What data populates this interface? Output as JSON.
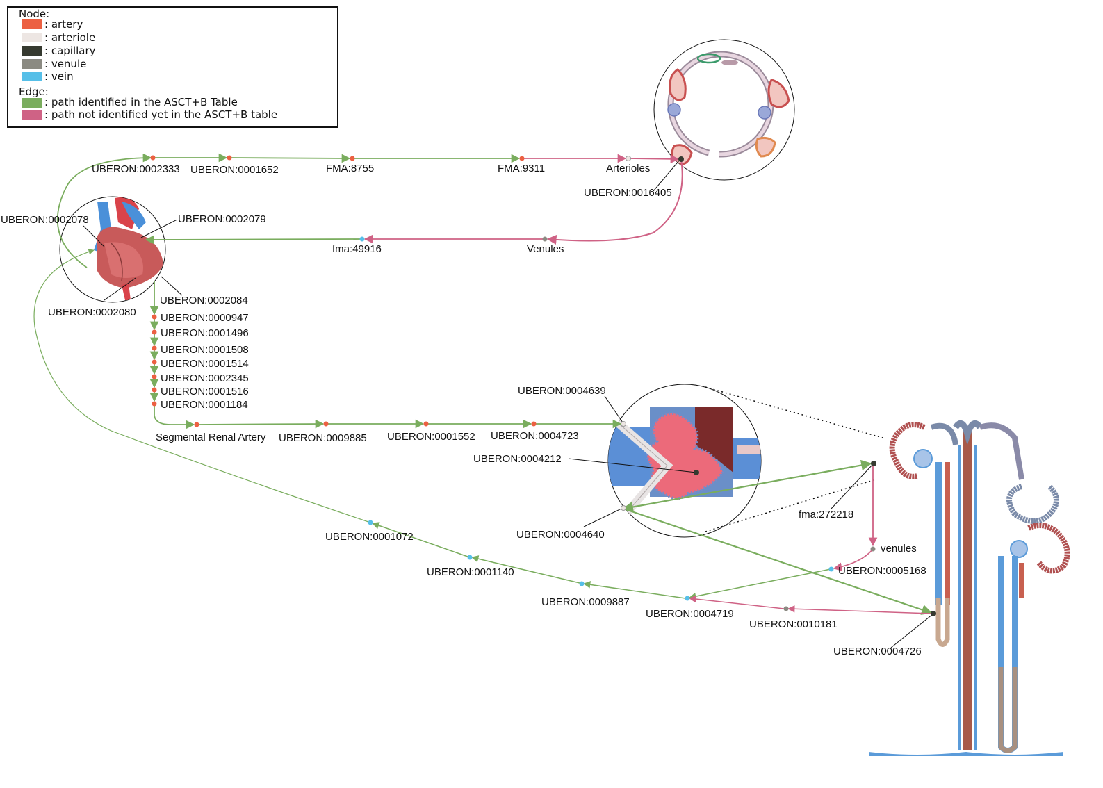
{
  "colors": {
    "artery": "#ec6042",
    "arteriole": "#ede6e3",
    "capillary": "#363a30",
    "venule": "#8b8a82",
    "vein": "#56bfe8",
    "edge_identified": "#7aad5e",
    "edge_not_identified": "#cf6285"
  },
  "legend": {
    "node_title": "Node:",
    "node_items": [
      {
        "type": "artery",
        "label": ": artery"
      },
      {
        "type": "arteriole",
        "label": ": arteriole"
      },
      {
        "type": "capillary",
        "label": ": capillary"
      },
      {
        "type": "venule",
        "label": ": venule"
      },
      {
        "type": "vein",
        "label": ": vein"
      }
    ],
    "edge_title": "Edge:",
    "edge_items": [
      {
        "type": "edge_identified",
        "label": ": path identified in the ASCT+B Table"
      },
      {
        "type": "edge_not_identified",
        "label": ": path not identified yet in the ASCT+B table"
      }
    ]
  },
  "illustrations": {
    "heart": "heart-illustration",
    "capillary_bed": "capillary-cross-section-illustration",
    "glomerulus": "glomerulus-illustration",
    "nephron": "nephron-illustration"
  },
  "nodes": [
    {
      "id": "n1",
      "label": "UBERON:0002333",
      "type": "artery"
    },
    {
      "id": "n2",
      "label": "UBERON:0001652",
      "type": "artery"
    },
    {
      "id": "n3",
      "label": "FMA:8755",
      "type": "artery"
    },
    {
      "id": "n4",
      "label": "FMA:9311",
      "type": "artery"
    },
    {
      "id": "n5",
      "label": "Arterioles",
      "type": "arteriole"
    },
    {
      "id": "n6",
      "label": "UBERON:0016405",
      "type": "capillary"
    },
    {
      "id": "n7",
      "label": "Venules",
      "type": "venule"
    },
    {
      "id": "n8",
      "label": "fma:49916",
      "type": "vein"
    },
    {
      "id": "n9",
      "label": "UBERON:0002078",
      "type": "heart"
    },
    {
      "id": "n10",
      "label": "UBERON:0002079",
      "type": "heart"
    },
    {
      "id": "n11",
      "label": "UBERON:0002080",
      "type": "heart"
    },
    {
      "id": "n12",
      "label": "UBERON:0002084",
      "type": "heart"
    },
    {
      "id": "n13",
      "label": "UBERON:0000947",
      "type": "artery"
    },
    {
      "id": "n14",
      "label": "UBERON:0001496",
      "type": "artery"
    },
    {
      "id": "n15",
      "label": "UBERON:0001508",
      "type": "artery"
    },
    {
      "id": "n16",
      "label": "UBERON:0001514",
      "type": "artery"
    },
    {
      "id": "n17",
      "label": "UBERON:0002345",
      "type": "artery"
    },
    {
      "id": "n18",
      "label": "UBERON:0001516",
      "type": "artery"
    },
    {
      "id": "n19",
      "label": "UBERON:0001184",
      "type": "artery"
    },
    {
      "id": "n20",
      "label": "Segmental Renal Artery",
      "type": "artery"
    },
    {
      "id": "n21",
      "label": "UBERON:0009885",
      "type": "artery"
    },
    {
      "id": "n22",
      "label": "UBERON:0001552",
      "type": "artery"
    },
    {
      "id": "n23",
      "label": "UBERON:0004723",
      "type": "artery"
    },
    {
      "id": "n24",
      "label": "UBERON:0004639",
      "type": "arteriole"
    },
    {
      "id": "n25",
      "label": "UBERON:0004212",
      "type": "capillary"
    },
    {
      "id": "n26",
      "label": "UBERON:0004640",
      "type": "arteriole"
    },
    {
      "id": "n27",
      "label": "fma:272218",
      "type": "capillary"
    },
    {
      "id": "n28",
      "label": "venules",
      "type": "venule"
    },
    {
      "id": "n29",
      "label": "UBERON:0005168",
      "type": "vein"
    },
    {
      "id": "n30",
      "label": "UBERON:0004726",
      "type": "capillary"
    },
    {
      "id": "n31",
      "label": "UBERON:0010181",
      "type": "venule"
    },
    {
      "id": "n32",
      "label": "UBERON:0004719",
      "type": "vein"
    },
    {
      "id": "n33",
      "label": "UBERON:0009887",
      "type": "vein"
    },
    {
      "id": "n34",
      "label": "UBERON:0001140",
      "type": "vein"
    },
    {
      "id": "n35",
      "label": "UBERON:0001072",
      "type": "vein"
    }
  ],
  "edges": [
    {
      "from": "n9",
      "to": "n1",
      "status": "edge_identified"
    },
    {
      "from": "n1",
      "to": "n2",
      "status": "edge_identified"
    },
    {
      "from": "n2",
      "to": "n3",
      "status": "edge_identified"
    },
    {
      "from": "n3",
      "to": "n4",
      "status": "edge_identified"
    },
    {
      "from": "n4",
      "to": "n5",
      "status": "edge_not_identified"
    },
    {
      "from": "n5",
      "to": "n6",
      "status": "edge_not_identified"
    },
    {
      "from": "n6",
      "to": "n7",
      "status": "edge_not_identified"
    },
    {
      "from": "n7",
      "to": "n8",
      "status": "edge_not_identified"
    },
    {
      "from": "n8",
      "to": "n10",
      "status": "edge_identified"
    },
    {
      "from": "n12",
      "to": "n13",
      "status": "edge_identified"
    },
    {
      "from": "n13",
      "to": "n14",
      "status": "edge_identified"
    },
    {
      "from": "n14",
      "to": "n15",
      "status": "edge_identified"
    },
    {
      "from": "n15",
      "to": "n16",
      "status": "edge_identified"
    },
    {
      "from": "n16",
      "to": "n17",
      "status": "edge_identified"
    },
    {
      "from": "n17",
      "to": "n18",
      "status": "edge_identified"
    },
    {
      "from": "n18",
      "to": "n19",
      "status": "edge_identified"
    },
    {
      "from": "n19",
      "to": "n20",
      "status": "edge_identified"
    },
    {
      "from": "n20",
      "to": "n21",
      "status": "edge_identified"
    },
    {
      "from": "n21",
      "to": "n22",
      "status": "edge_identified"
    },
    {
      "from": "n22",
      "to": "n23",
      "status": "edge_identified"
    },
    {
      "from": "n23",
      "to": "n24",
      "status": "edge_identified"
    },
    {
      "from": "n26",
      "to": "n27",
      "status": "edge_identified"
    },
    {
      "from": "n26",
      "to": "n30",
      "status": "edge_identified"
    },
    {
      "from": "n27",
      "to": "n28",
      "status": "edge_not_identified"
    },
    {
      "from": "n28",
      "to": "n29",
      "status": "edge_not_identified"
    },
    {
      "from": "n29",
      "to": "n32",
      "status": "edge_identified"
    },
    {
      "from": "n30",
      "to": "n31",
      "status": "edge_not_identified"
    },
    {
      "from": "n31",
      "to": "n32",
      "status": "edge_not_identified"
    },
    {
      "from": "n32",
      "to": "n33",
      "status": "edge_identified"
    },
    {
      "from": "n33",
      "to": "n34",
      "status": "edge_identified"
    },
    {
      "from": "n34",
      "to": "n35",
      "status": "edge_identified"
    },
    {
      "from": "n35",
      "to": "n11",
      "status": "edge_identified"
    }
  ]
}
